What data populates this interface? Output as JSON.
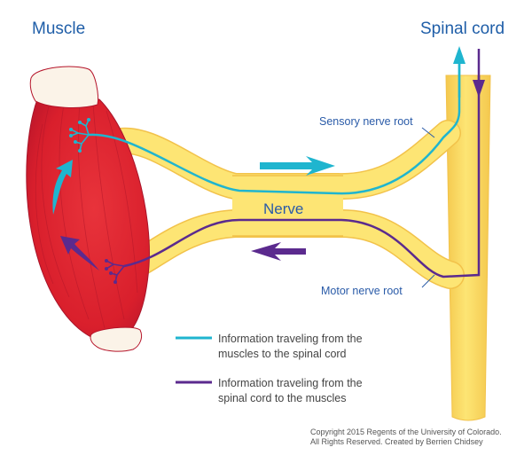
{
  "titles": {
    "muscle": "Muscle",
    "spinal_cord": "Spinal cord"
  },
  "labels": {
    "sensory_root": "Sensory nerve root",
    "motor_root": "Motor nerve root",
    "nerve": "Nerve"
  },
  "legend": {
    "sensory_line1": "Information traveling from the",
    "sensory_line2": "muscles  to the spinal cord",
    "motor_line1": "Information traveling from the",
    "motor_line2": "spinal cord to the muscles"
  },
  "copyright": {
    "line1": "Copyright 2015 Regents of the University of Colorado.",
    "line2": "All Rights Reserved.  Created by Berrien Chidsey"
  },
  "colors": {
    "sensory": "#1fb5cf",
    "motor": "#5b2a8e",
    "nerve_fill": "#fde574",
    "nerve_edge": "#f2c24a",
    "muscle": "#dd2330",
    "title_blue": "#1f5ea8"
  }
}
